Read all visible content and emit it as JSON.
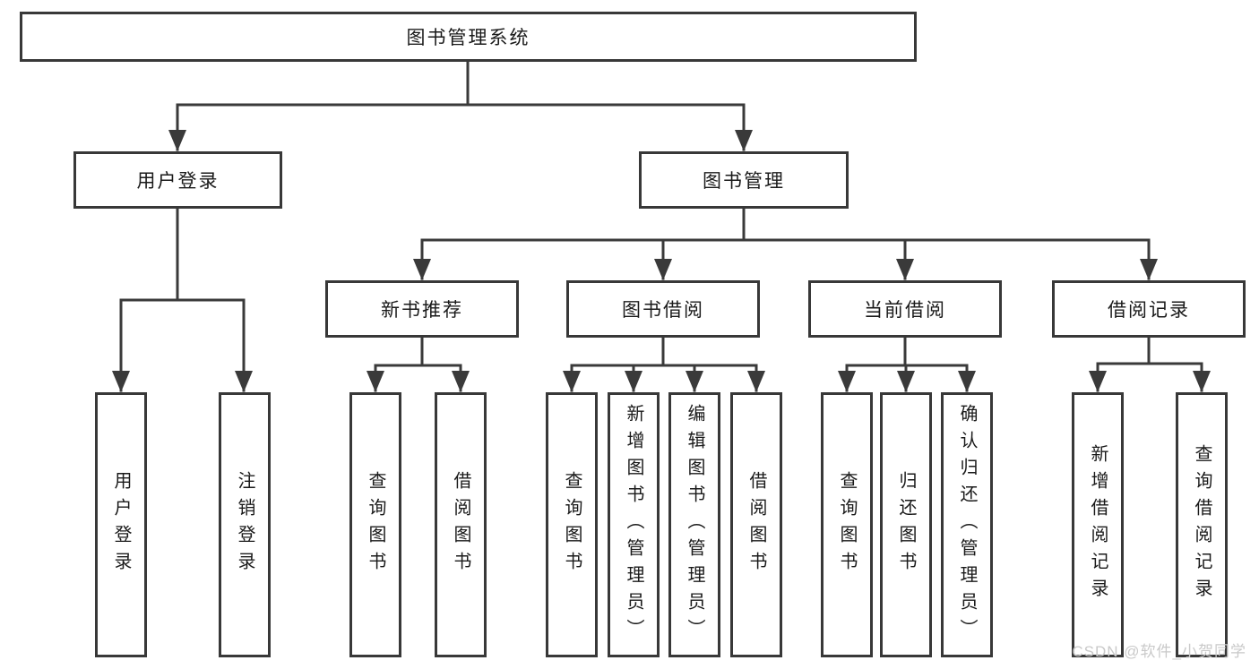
{
  "diagram": {
    "colors": {
      "line": "#3a3a3a",
      "box_border": "#383838",
      "box_fill": "#ffffff",
      "text": "#1a1a1a",
      "watermark": "#c9c9c9",
      "background": "#ffffff"
    },
    "root": {
      "label": "图书管理系统"
    },
    "user_group": {
      "label": "用户登录",
      "leaves": [
        "用户登录",
        "注销登录"
      ]
    },
    "management_group": {
      "label": "图书管理",
      "sections": {
        "new_book_recommend": {
          "label": "新书推荐",
          "leaves": [
            "查询图书",
            "借阅图书"
          ]
        },
        "book_borrow": {
          "label": "图书借阅",
          "leaves": [
            "查询图书",
            "新增图书（管理员）",
            "编辑图书（管理员）",
            "借阅图书"
          ]
        },
        "current_borrow": {
          "label": "当前借阅",
          "leaves": [
            "查询图书",
            "归还图书",
            "确认归还（管理员）"
          ]
        },
        "borrow_records": {
          "label": "借阅记录",
          "leaves": [
            "新增借阅记录",
            "查询借阅记录"
          ]
        }
      }
    },
    "watermark": "CSDN @软件_小贺同学"
  }
}
